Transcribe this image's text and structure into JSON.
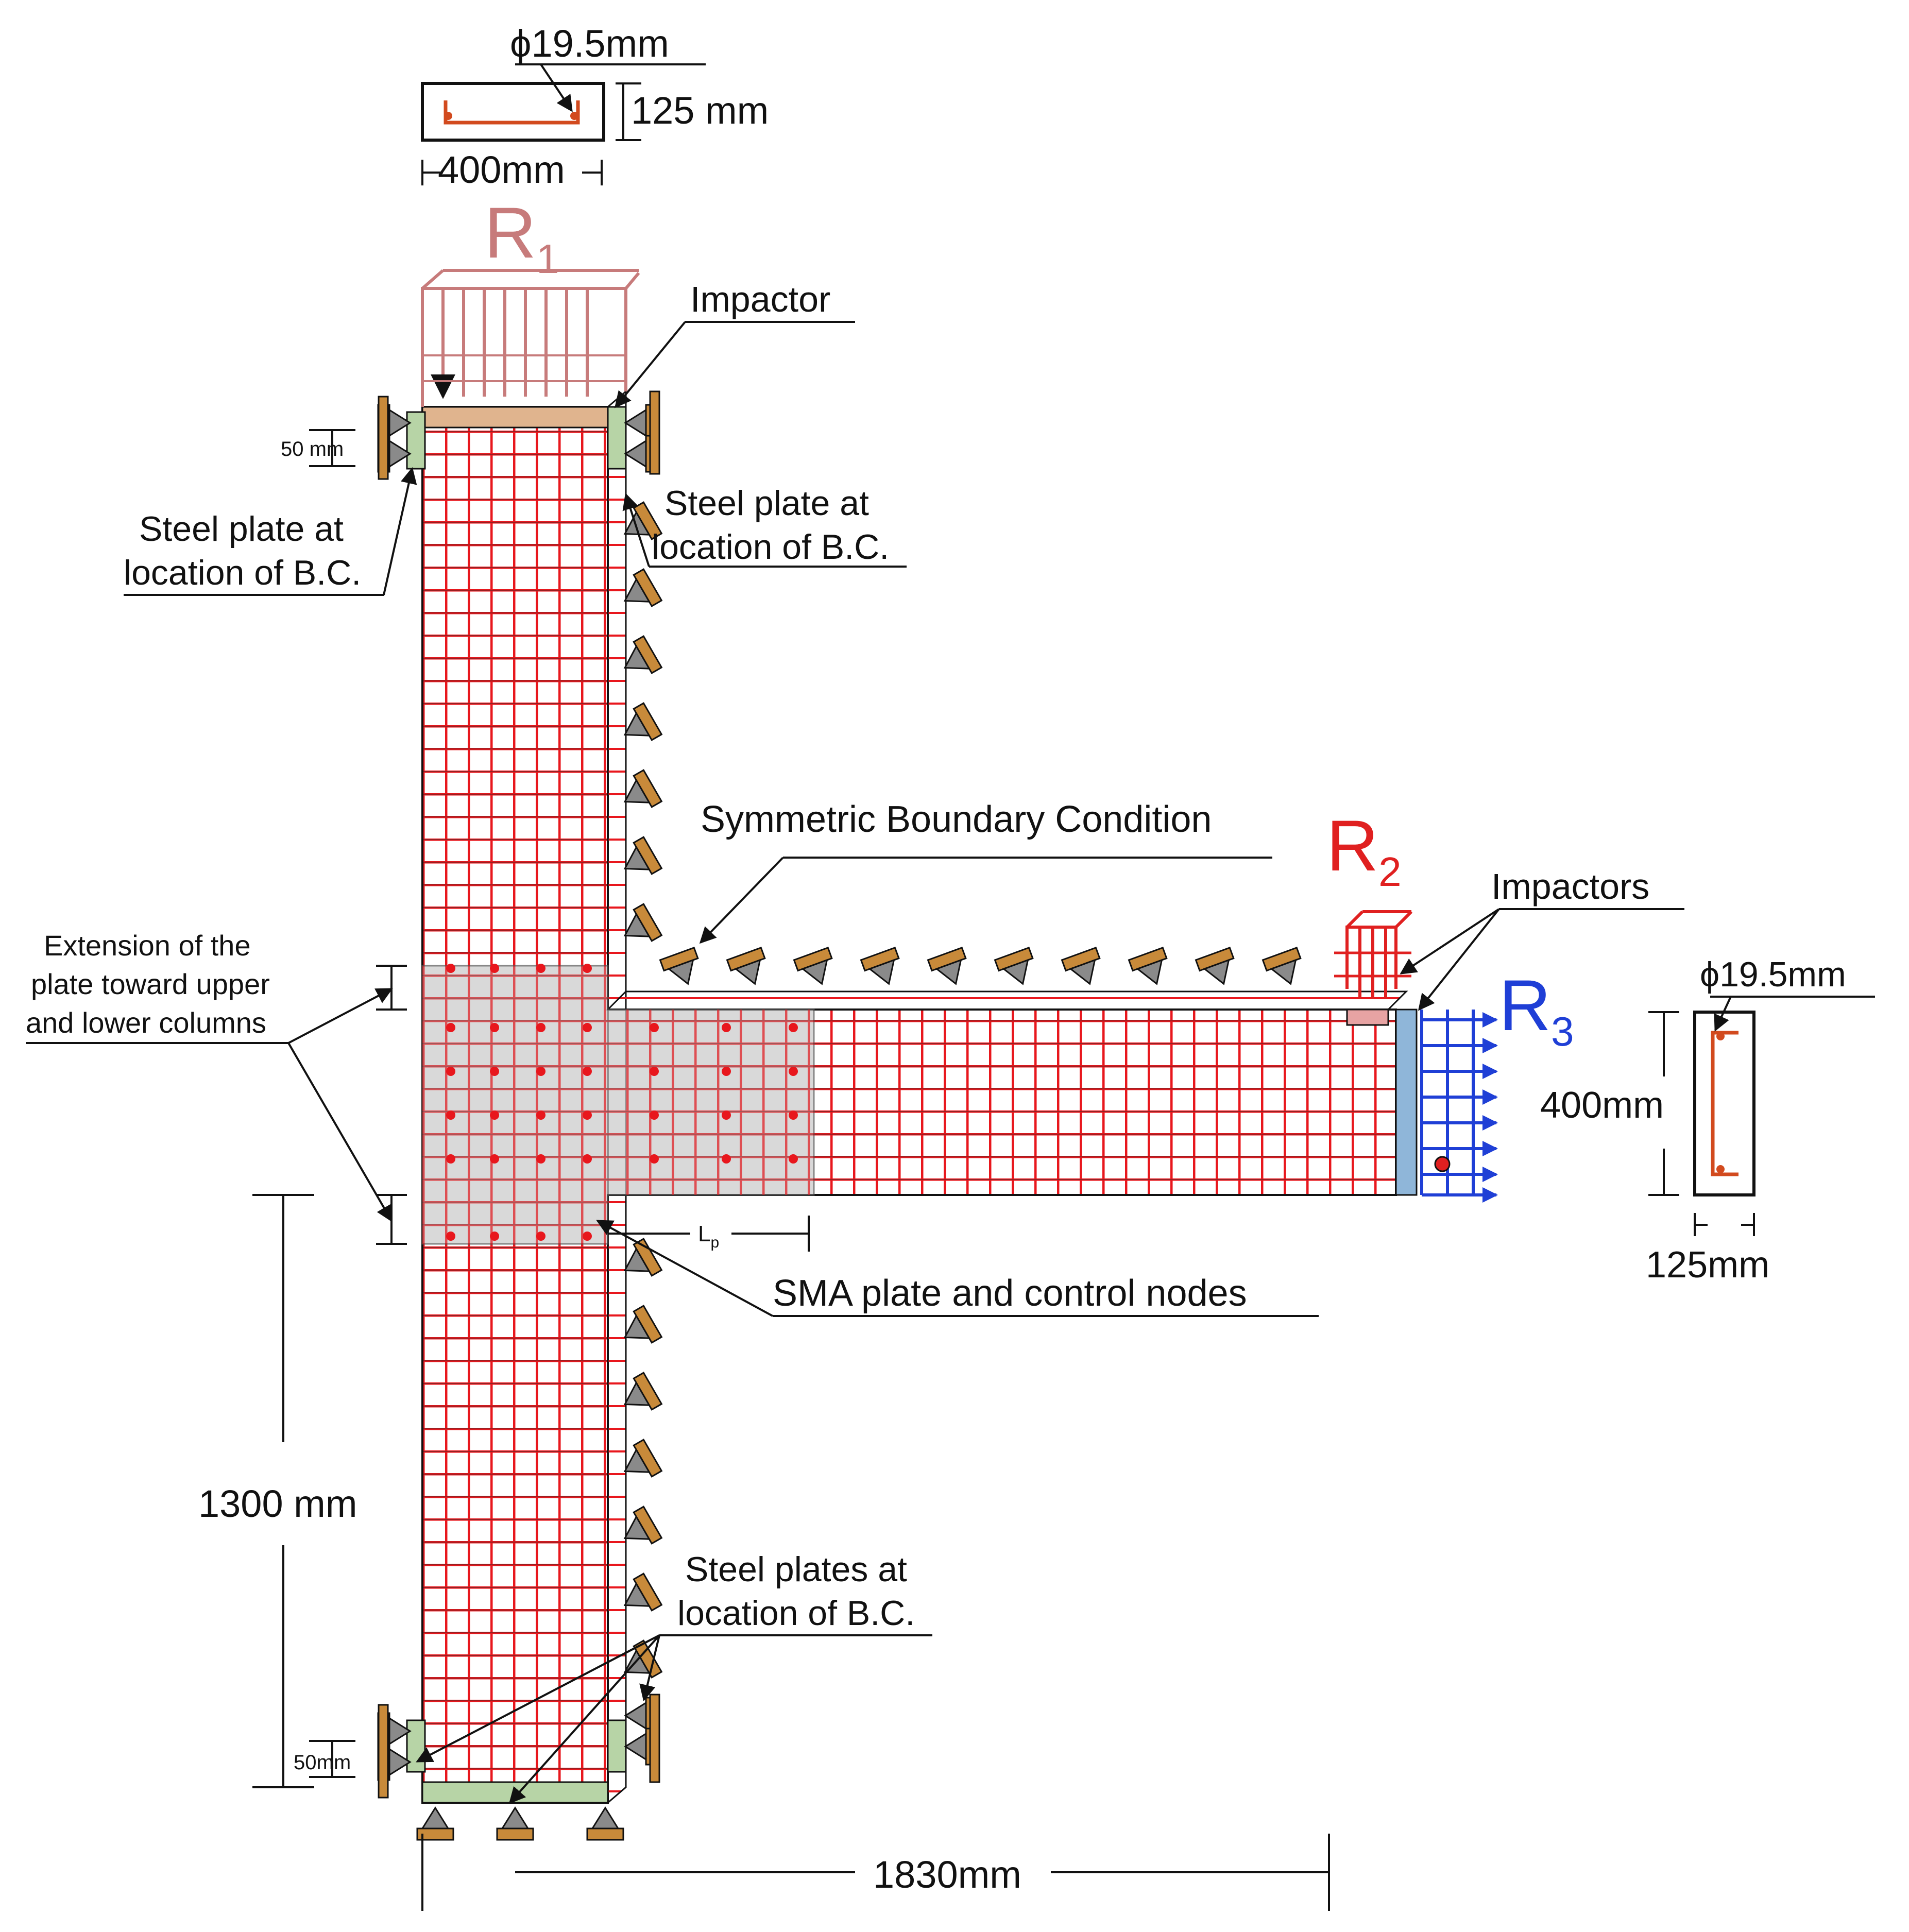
{
  "labels": {
    "rebar_dia_top": "ϕ19.5mm",
    "depth_top": "125 mm",
    "width_top": "400mm",
    "load_r1": "R",
    "load_r1_sub": "1",
    "impactor": "Impactor",
    "dim_50_top": "50 mm",
    "steel_left_1": "Steel plate at",
    "steel_left_2": "location of B.C.",
    "steel_right_1": "Steel plate at",
    "steel_right_2": "location of B.C.",
    "symmetric": "Symmetric Boundary Condition",
    "load_r2": "R",
    "load_r2_sub": "2",
    "impactors": "Impactors",
    "load_r3": "R",
    "load_r3_sub": "3",
    "rebar_dia_right": "ϕ19.5mm",
    "depth_right": "400mm",
    "width_right": "125mm",
    "extension_1": "Extension of the",
    "extension_2": "plate toward upper",
    "extension_3": "and lower columns",
    "lp": "L",
    "lp_sub": "p",
    "sma": "SMA plate and control nodes",
    "dim_1300": "1300 mm",
    "steel_bottom_1": "Steel plates at",
    "steel_bottom_2": "location of B.C.",
    "dim_50_bottom": "50mm",
    "dim_1830": "1830mm"
  },
  "colors": {
    "mesh": "#e8171d",
    "mesh_edge": "#222222",
    "r1": "#c77b7b",
    "r2": "#e02020",
    "r3": "#1f3fd6",
    "sma_plate": "#c9c9c9",
    "steel_plate": "#b7d4a6",
    "impactor_top": "#e0b48e",
    "impactor_right": "#8fb6d9",
    "support_wood": "#c88a3a",
    "support_gray": "#8a8a8a",
    "rebar": "#d24a1e"
  }
}
